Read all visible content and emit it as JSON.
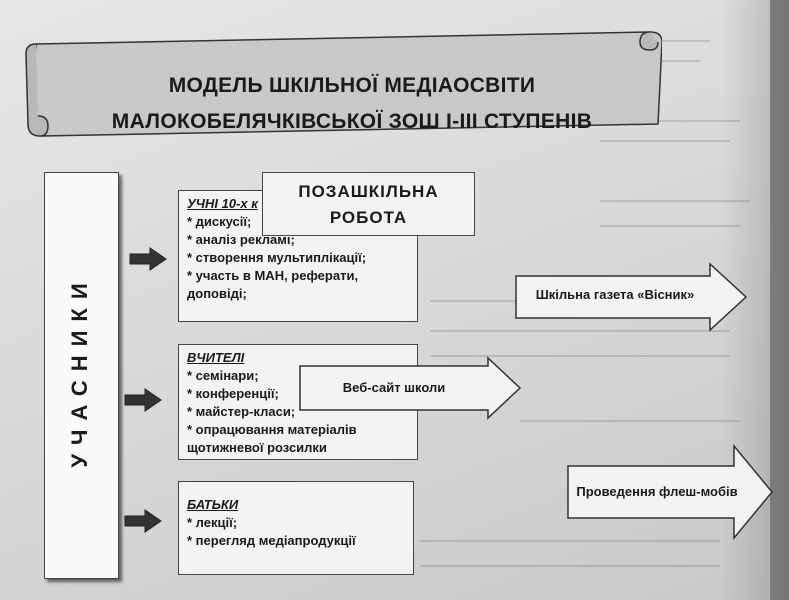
{
  "title": {
    "line1": "МОДЕЛЬ ШКІЛЬНОЇ МЕДІАОСВІТИ",
    "line2": "МАЛОКОБЕЛЯЧКІВСЬКОЇ ЗОШ І-ІІІ СТУПЕНІВ"
  },
  "participants_label": "УЧАСНИКИ",
  "extracurricular": {
    "line1": "ПОЗАШКІЛЬНА",
    "line2": "РОБОТА"
  },
  "groups": {
    "students": {
      "heading": "УЧНІ 10-х к",
      "items": [
        "* дискусії;",
        "* аналіз рекламі;",
        "* створення мультиплікації;",
        "* участь в МАН, реферати,",
        "доповіді;"
      ]
    },
    "teachers": {
      "heading": "ВЧИТЕЛІ",
      "items": [
        "* семінари;",
        "* конференції;",
        "* майстер-класи;",
        "* опрацювання матеріалів",
        "щотижневої розсилки"
      ]
    },
    "parents": {
      "heading": "БАТЬКИ",
      "items": [
        "* лекції;",
        "* перегляд медіапродукції"
      ]
    }
  },
  "outputs": {
    "newspaper": "Шкільна газета «Вісник»",
    "website": "Веб-сайт школи",
    "flashmob": "Проведення флеш-мобів"
  },
  "colors": {
    "paper": "#dcdcdc",
    "box_fill": "#f3f3f3",
    "scroll_fill": "#c8c8c8",
    "arrow_dark": "#333333",
    "outline": "#444444"
  }
}
